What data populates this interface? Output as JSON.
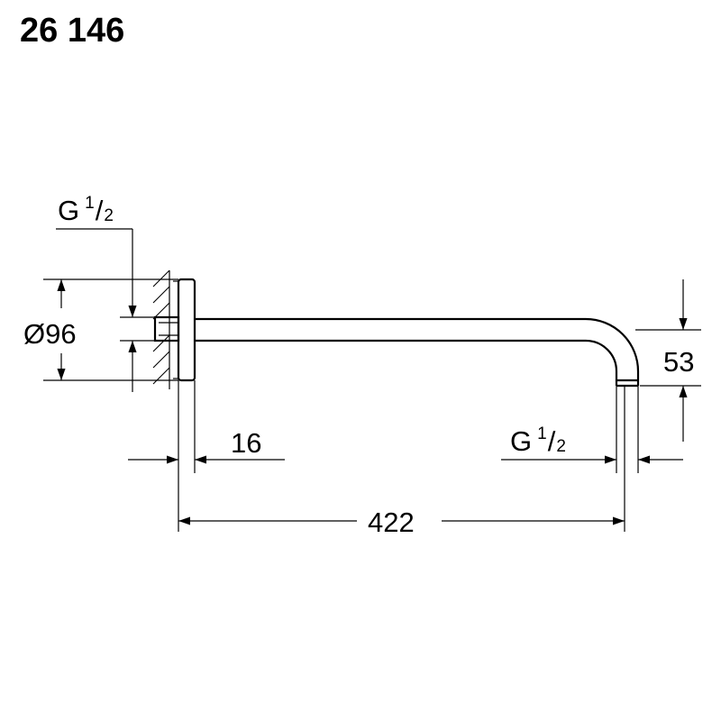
{
  "product_number": "26 146",
  "dimensions": {
    "inlet_thread": {
      "prefix": "G",
      "numerator": "1",
      "slash": "/",
      "denominator": "2"
    },
    "outlet_thread": {
      "prefix": "G",
      "numerator": "1",
      "slash": "/",
      "denominator": "2"
    },
    "flange_diameter": "Ø96",
    "flange_depth": "16",
    "arm_length": "422",
    "drop_height": "53"
  },
  "colors": {
    "line": "#000000",
    "background": "#ffffff"
  }
}
